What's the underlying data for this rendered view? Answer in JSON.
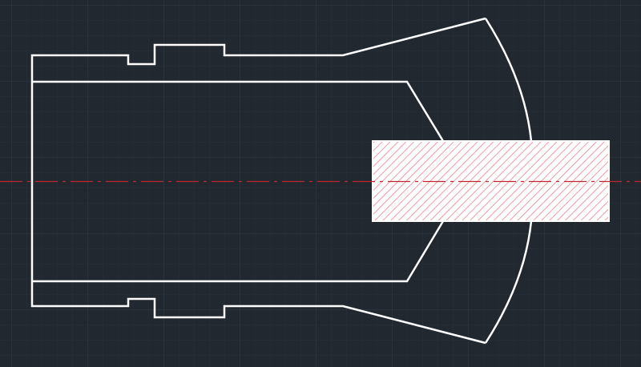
{
  "canvas": {
    "background_color": "#212830",
    "grid_minor_color": "#2a313b",
    "grid_major_color": "#333b47",
    "grid_visible": true
  },
  "drawing": {
    "outline_color": "#ffffff",
    "centerline_color": "#c0262c",
    "centerline_style": "dash-dot",
    "hatch_color": "#e8848c",
    "hatch_fill_color": "#ffffff",
    "hatch_pattern": "diagonal-lines",
    "part_shape": "sleeve-with-flared-head-and-grooves",
    "insert_block": "hatched-rectangle"
  }
}
